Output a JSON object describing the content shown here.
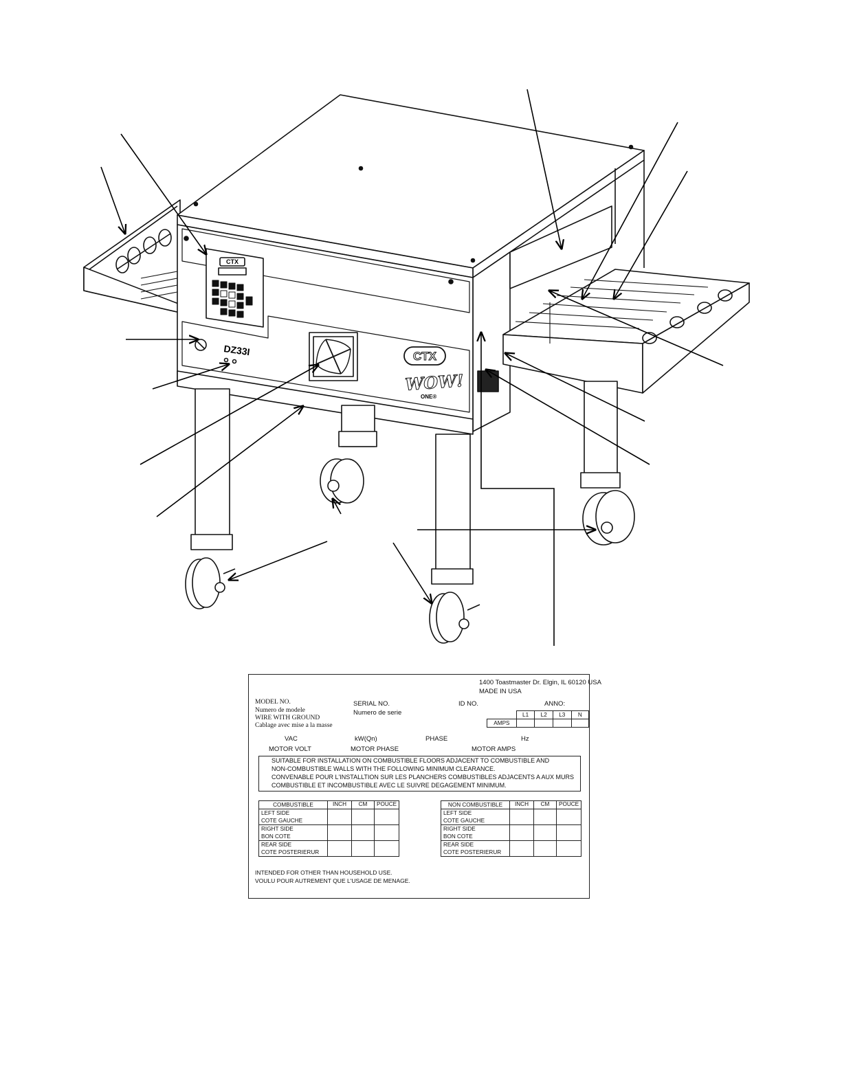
{
  "oven": {
    "model_badge": "DZ33I",
    "brand_logo": "CTX",
    "control_logo": "CTX",
    "wordmark": "WOW!",
    "wordmark_sub": "ONE®"
  },
  "plate": {
    "address": "1400 Toastmaster Dr. Elgin, IL 60120 USA",
    "made_in": "MADE IN USA",
    "model_no": "MODEL NO.",
    "model_no_fr": "Numero de modele",
    "wire_ground": "WIRE WITH GROUND",
    "wire_ground_fr": "Cablage avec mise a la masse",
    "serial_no": "SERIAL NO.",
    "serial_no_fr": "Numero de serie",
    "id_no": "ID NO.",
    "anno": "ANNO:",
    "amps_label": "AMPS",
    "phases": [
      "L1",
      "L2",
      "L3",
      "N"
    ],
    "vac": "VAC",
    "kw": "kW(Qn)",
    "phase": "PHASE",
    "hz": "Hz",
    "motor_volt": "MOTOR VOLT",
    "motor_phase": "MOTOR PHASE",
    "motor_amps": "MOTOR AMPS",
    "notice": [
      "SUITABLE FOR INSTALLATION ON COMBUSTIBLE FLOORS ADJACENT TO COMBUSTIBLE AND",
      "NON-COMBUSTIBLE WALLS WITH THE FOLLOWING MINIMUM CLEARANCE.",
      "CONVENABLE POUR L'INSTALLTION SUR LES PLANCHERS COMBUSTIBLES ADJACENTS A AUX MURS",
      "COMBUSTIBLE ET INCOMBUSTIBLE AVEC LE SUIVRE DEGAGEMENT MINIMUM."
    ],
    "combustible": {
      "header": [
        "COMBUSTIBLE",
        "INCH",
        "CM",
        "POUCE"
      ],
      "rows": [
        [
          "LEFT SIDE",
          "COTE GAUCHE"
        ],
        [
          "RIGHT SIDE",
          "BON COTE"
        ],
        [
          "REAR SIDE",
          "COTE POSTERIERUR"
        ]
      ]
    },
    "non_combustible": {
      "header": [
        "NON COMBUSTIBLE",
        "INCH",
        "CM",
        "POUCE"
      ],
      "rows": [
        [
          "LEFT SIDE",
          "COTE GAUCHE"
        ],
        [
          "RIGHT SIDE",
          "BON COTE"
        ],
        [
          "REAR SIDE",
          "COTE POSTERIERUR"
        ]
      ]
    },
    "footer": [
      "INTENDED FOR OTHER THAN HOUSEHOLD USE.",
      "VOULU POUR AUTREMENT QUE L'USAGE DE MENAGE."
    ]
  }
}
